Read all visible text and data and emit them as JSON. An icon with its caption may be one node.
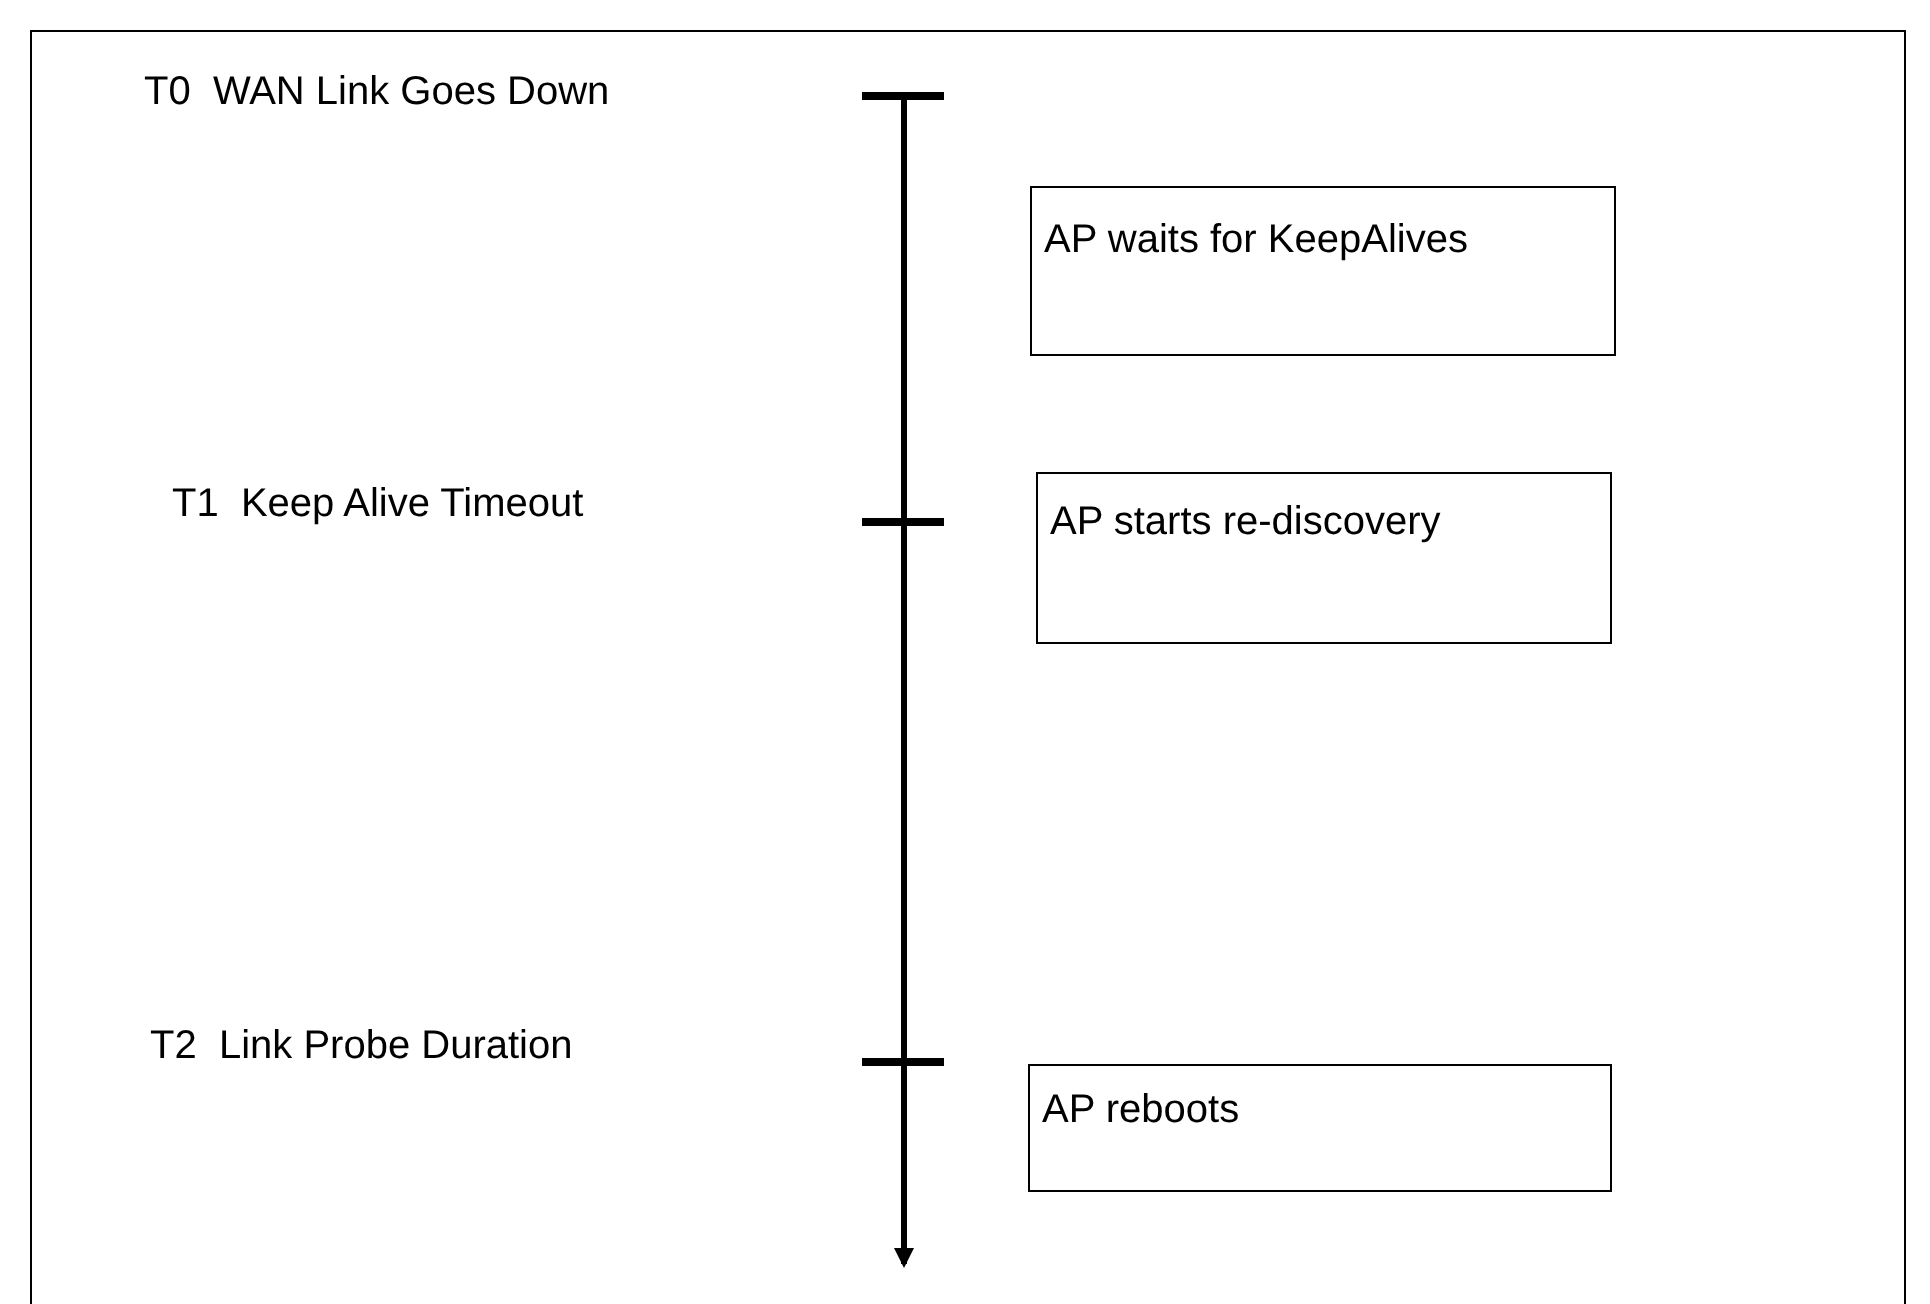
{
  "diagram": {
    "nodes": [
      {
        "text": [
          "AP waits for KeepAlives"
        ]
      },
      {
        "text": [
          "AP starts re-discovery"
        ]
      },
      {
        "text": [
          "AP reboots"
        ]
      }
    ],
    "labels": [
      "T0  WAN Link Goes Down",
      "T1  Keep Alive Timeout",
      "T2  Link Probe Duration"
    ]
  }
}
